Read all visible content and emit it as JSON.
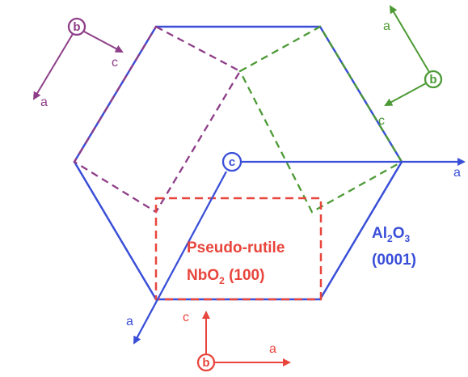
{
  "colors": {
    "blue": "#3a4fd8",
    "red": "#e8453c",
    "purple": "#8e3e88",
    "green": "#4c9a35"
  },
  "labels": {
    "purple": {
      "b": "b",
      "c": "c",
      "a": "a"
    },
    "green": {
      "b": "b",
      "c": "c",
      "a": "a"
    },
    "blue": {
      "c": "c",
      "a_right": "a",
      "a_left": "a"
    },
    "red": {
      "b": "b",
      "c": "c",
      "a": "a"
    }
  },
  "substrate": {
    "formula_main": "Al",
    "sub1": "2",
    "formula_o": "O",
    "sub2": "3",
    "orientation": "(0001)"
  },
  "film": {
    "line1": "Pseudo-rutile",
    "formula_main": "NbO",
    "sub": "2",
    "orientation": " (100)"
  }
}
